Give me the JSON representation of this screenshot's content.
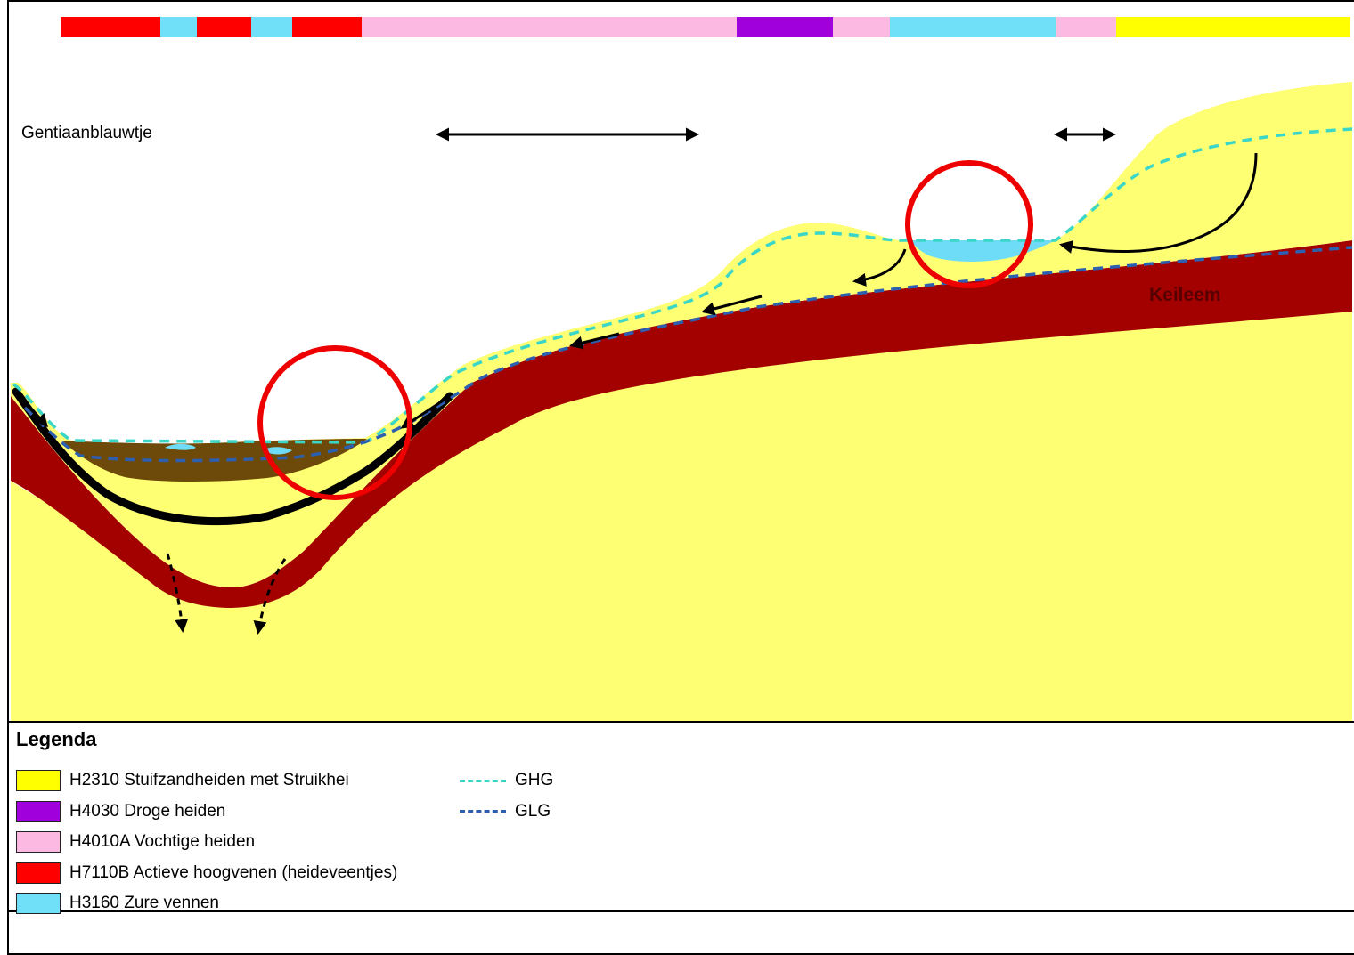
{
  "labels": {
    "species": "Gentiaanblauwtje",
    "layer": "Keileem"
  },
  "colors": {
    "sand": "#ffff73",
    "keileem": "#a30000",
    "peat": "#6e4a0a",
    "water": "#6fdcf7",
    "ghg": "#3ad6c8",
    "glg": "#2d5fb0",
    "circle": "#ee0000"
  },
  "habitat_bar": [
    {
      "code": "H7110B",
      "color": "#ff0000"
    },
    {
      "code": "H3160",
      "color": "#6fe0f8"
    },
    {
      "code": "H7110B",
      "color": "#ff0000"
    },
    {
      "code": "H3160",
      "color": "#6fe0f8"
    },
    {
      "code": "H7110B",
      "color": "#ff0000"
    },
    {
      "code": "H4010A",
      "color": "#fcb9e1"
    },
    {
      "code": "H4030",
      "color": "#a000dc"
    },
    {
      "code": "H4010A",
      "color": "#fcb9e1"
    },
    {
      "code": "H3160",
      "color": "#6fe0f8"
    },
    {
      "code": "H4010A",
      "color": "#fcb9e1"
    },
    {
      "code": "H2310",
      "color": "#ffff00"
    }
  ],
  "legend": {
    "title": "Legenda",
    "items": [
      {
        "label": "H2310 Stuifzandheiden met Struikhei",
        "color": "#ffff00"
      },
      {
        "label": "H4030 Droge heiden",
        "color": "#a000dc"
      },
      {
        "label": "H4010A Vochtige heiden",
        "color": "#fcb9e1"
      },
      {
        "label": "H7110B Actieve hoogvenen (heideveentjes)",
        "color": "#ff0000"
      },
      {
        "label": "H3160 Zure vennen",
        "color": "#6fe0f8"
      }
    ],
    "lines": [
      {
        "label": "GHG",
        "color": "#3ad6c8"
      },
      {
        "label": "GLG",
        "color": "#2d5fb0"
      }
    ]
  }
}
